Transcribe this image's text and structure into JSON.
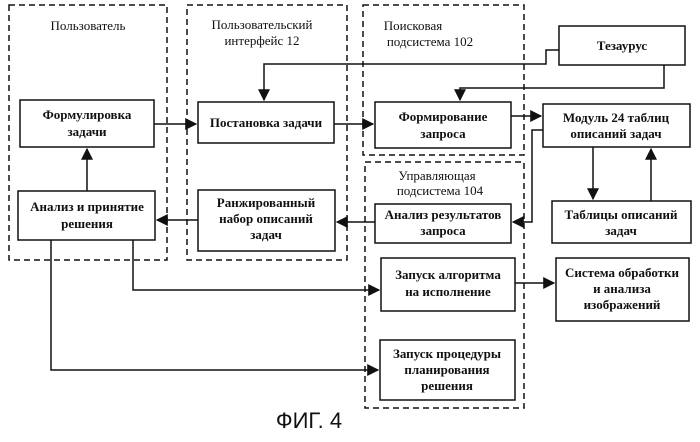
{
  "groups": {
    "user": "Пользователь",
    "ui": [
      "Пользовательский",
      "интерфейс 12"
    ],
    "search": [
      "Поисковая",
      "подсистема 102"
    ],
    "control": [
      "Управляющая",
      "подсистема 104"
    ]
  },
  "boxes": {
    "formulate": [
      "Формулировка",
      "задачи"
    ],
    "analysis_decision": [
      "Анализ и принятие",
      "решения"
    ],
    "task_setting": [
      "Постановка задачи"
    ],
    "ranked_set": [
      "Ранжированный",
      "набор описаний",
      "задач"
    ],
    "thesaurus": [
      "Тезаурус"
    ],
    "query_forming": [
      "Формирование",
      "запроса"
    ],
    "module24": [
      "Модуль 24 таблиц",
      "описаний задач"
    ],
    "query_results": [
      "Анализ результатов",
      "запроса"
    ],
    "task_tables": [
      "Таблицы описаний",
      "задач"
    ],
    "run_algorithm": [
      "Запуск алгоритма",
      "на исполнение"
    ],
    "image_system": [
      "Система обработки",
      "и анализа",
      "изображений"
    ],
    "planning": [
      "Запуск процедуры",
      "планирования",
      "решения"
    ]
  },
  "caption": "ФИГ. 4"
}
